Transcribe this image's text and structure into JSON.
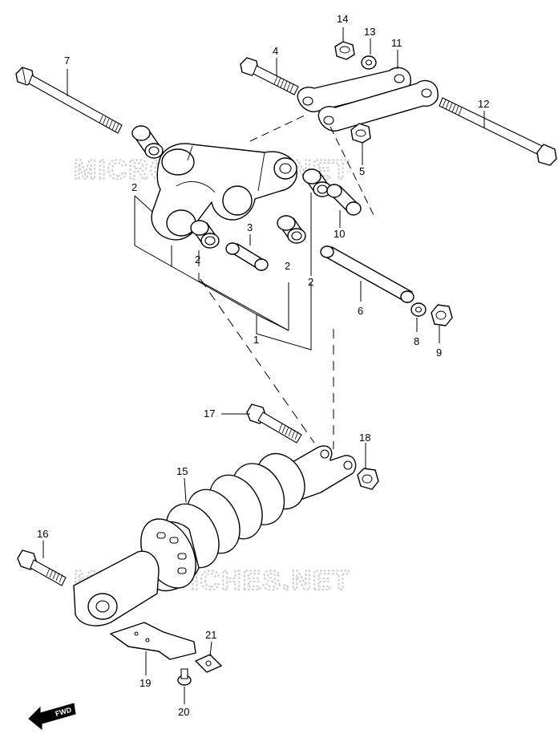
{
  "watermark": "MICROFICHES.NET",
  "fwd_label": "FWD",
  "part_numbers": {
    "p1": "1",
    "p2a": "2",
    "p2b": "2",
    "p2c": "2",
    "p2d": "2",
    "p3": "3",
    "p4": "4",
    "p5": "5",
    "p6": "6",
    "p7": "7",
    "p8": "8",
    "p9": "9",
    "p10": "10",
    "p11": "11",
    "p12": "12",
    "p13": "13",
    "p14": "14",
    "p15": "15",
    "p16": "16",
    "p17": "17",
    "p18": "18",
    "p19": "19",
    "p20": "20",
    "p21": "21"
  }
}
